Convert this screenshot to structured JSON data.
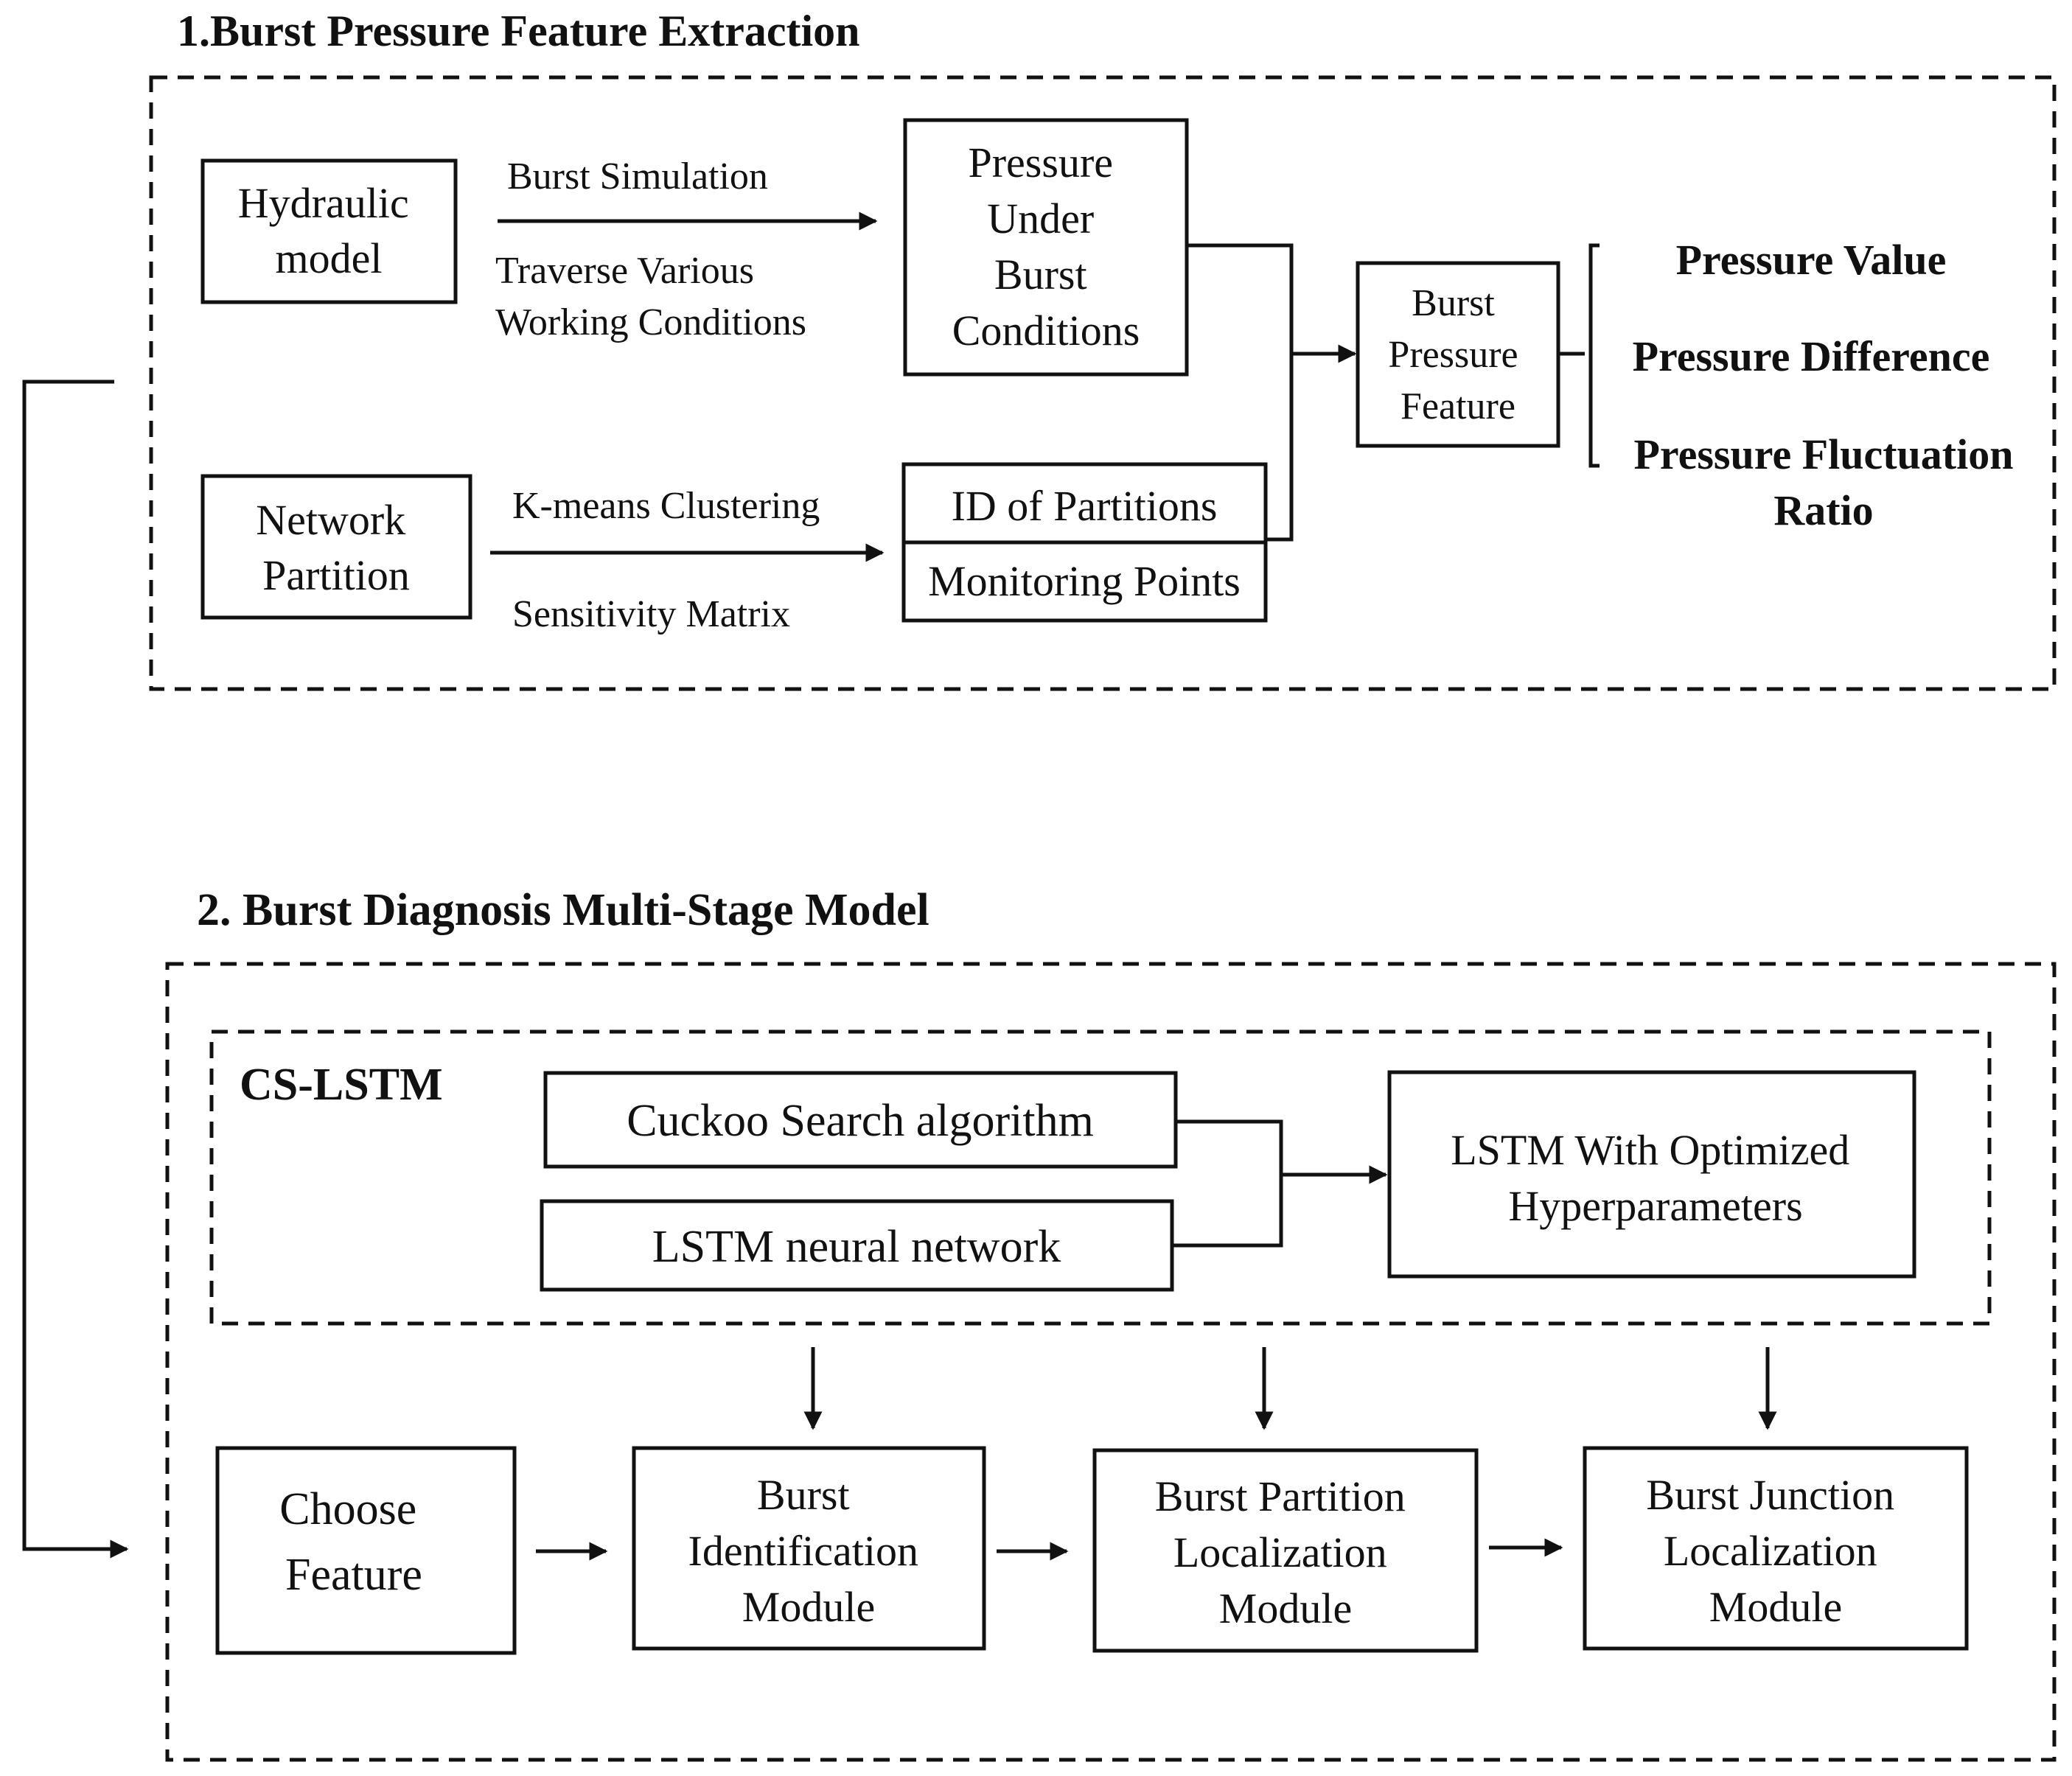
{
  "section1": {
    "title": "1.Burst Pressure Feature Extraction",
    "hydraulic_model": [
      "Hydraulic",
      "model"
    ],
    "burst_simulation": "Burst Simulation",
    "traverse": [
      "Traverse Various",
      "Working Conditions"
    ],
    "pressure_under": [
      "Pressure",
      "Under",
      "Burst",
      "Conditions"
    ],
    "network_partition": [
      "Network",
      "Partition"
    ],
    "kmeans": "K-means Clustering",
    "sensitivity": "Sensitivity Matrix",
    "id_partitions": "ID of Partitions",
    "monitoring_points": "Monitoring Points",
    "burst_feature": [
      "Burst",
      "Pressure",
      "Feature"
    ],
    "features": [
      "Pressure Value",
      "Pressure Difference",
      "Pressure Fluctuation",
      "Ratio"
    ]
  },
  "section2": {
    "title": "2. Burst Diagnosis Multi-Stage Model",
    "cs_lstm": "CS-LSTM",
    "cuckoo": "Cuckoo  Search  algorithm",
    "lstm_nn": "LSTM neural network",
    "lstm_opt": [
      "LSTM With Optimized",
      "Hyperparameters"
    ],
    "choose_feature": [
      "Choose",
      "Feature"
    ],
    "identification": [
      "Burst",
      "Identification",
      "Module"
    ],
    "partition_loc": [
      "Burst Partition",
      "Localization",
      "Module"
    ],
    "junction_loc": [
      "Burst Junction",
      "Localization",
      "Module"
    ]
  }
}
